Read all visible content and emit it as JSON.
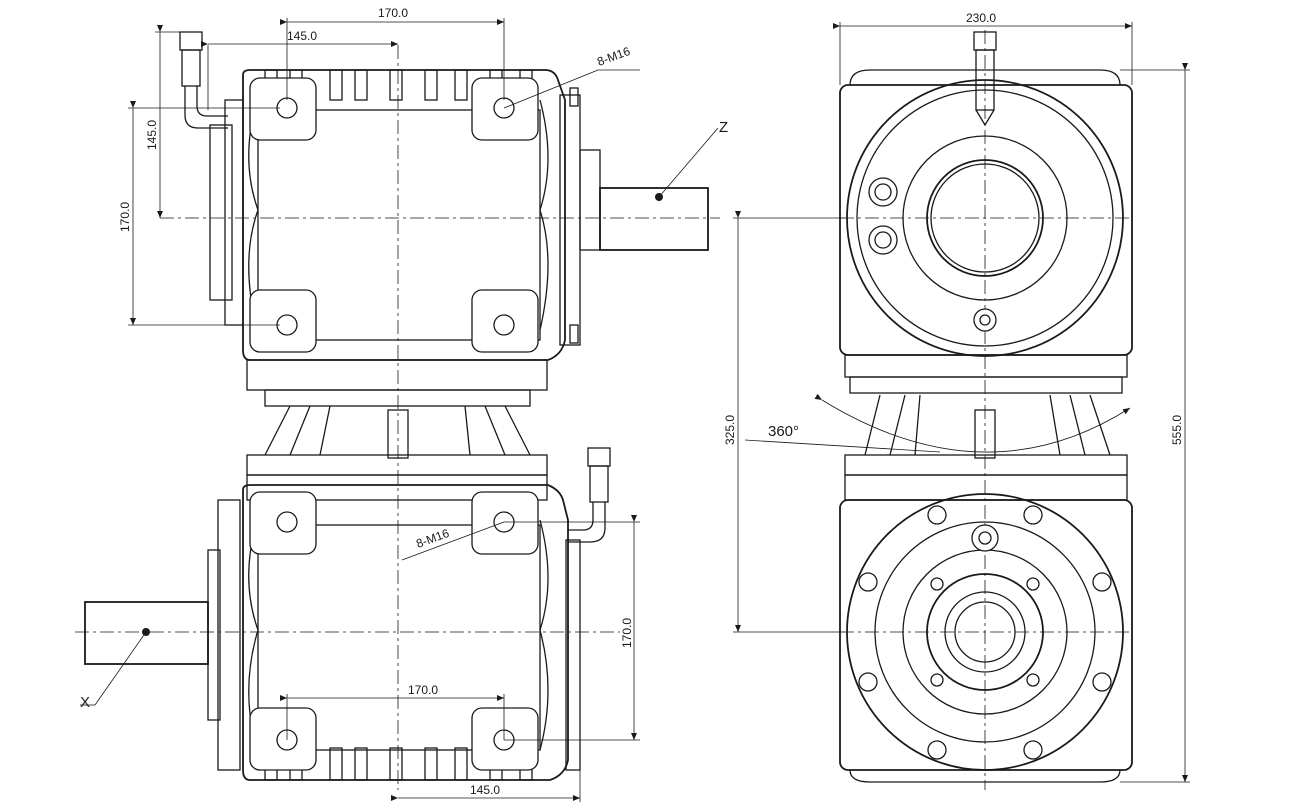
{
  "drawing": {
    "dimensions": {
      "top_width_170": "170.0",
      "top_width_145": "145.0",
      "top_height_145": "145.0",
      "top_height_170": "170.0",
      "bottom_height_170": "170.0",
      "bottom_width_170": "170.0",
      "bottom_width_145": "145.0",
      "right_width_230": "230.0",
      "right_height_325": "325.0",
      "right_height_555": "555.0"
    },
    "callouts": {
      "bolt_top": "8-M16",
      "bolt_bottom": "8-M16",
      "shaft_z": "Z",
      "shaft_x": "X",
      "rotation": "360°"
    }
  }
}
